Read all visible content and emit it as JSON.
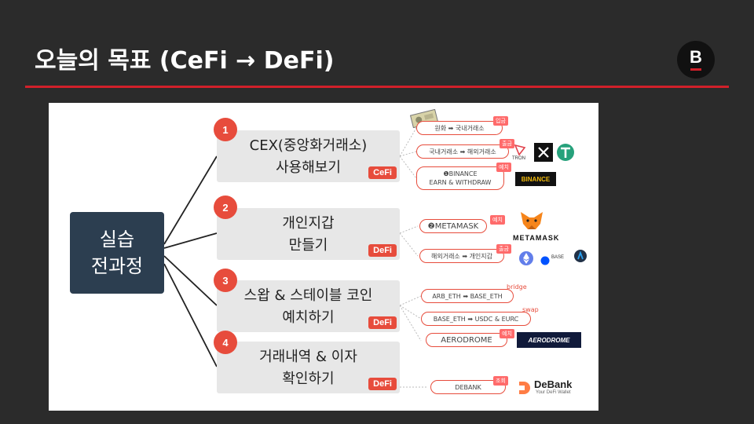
{
  "title": "오늘의 목표 (CeFi → DeFi)",
  "logo_letter": "B",
  "root_label_line1": "실습",
  "root_label_line2": "전과정",
  "steps": [
    {
      "num": "1",
      "line1": "CEX(중앙화거래소)",
      "line2": "사용해보기",
      "tag": "CeFi"
    },
    {
      "num": "2",
      "line1": "개인지갑",
      "line2": "만들기",
      "tag": "DeFi"
    },
    {
      "num": "3",
      "line1": "스왑 & 스테이블 코인",
      "line2": "예치하기",
      "tag": "DeFi"
    },
    {
      "num": "4",
      "line1": "거래내역 & 이자",
      "line2": "확인하기",
      "tag": "DeFi"
    }
  ],
  "leaves": [
    {
      "text": "원화 ➡ 국내거래소",
      "badge": "입금"
    },
    {
      "text": "국내거래소 ➡ 해외거래소",
      "badge": "출금"
    },
    {
      "line1": "❶BINANCE",
      "line2": "EARN & WITHDRAW",
      "badge": "예치"
    },
    {
      "text": "❷METAMASK",
      "badge": "예치"
    },
    {
      "text": "해외거래소 ➡ 개인지갑",
      "badge": "출금"
    },
    {
      "text": "ARB_ETH ➡ BASE_ETH",
      "badge": "bridge"
    },
    {
      "text": "BASE_ETH ➡ USDC & EURC",
      "badge": "swap"
    },
    {
      "text": "AERODROME",
      "badge": "예치"
    },
    {
      "text": "DEBANK",
      "badge": "조회"
    }
  ],
  "brands": {
    "tron": "TRON",
    "binance": "BINANCE",
    "metamask": "METAMASK",
    "base": "BASE",
    "aerodrome": "AERODROME",
    "debank": "DeBank",
    "debank_sub": "Your DeFi Wallet"
  },
  "colors": {
    "accent": "#d1202a",
    "tag": "#e74c3c",
    "root_bg": "#2c3e50"
  }
}
